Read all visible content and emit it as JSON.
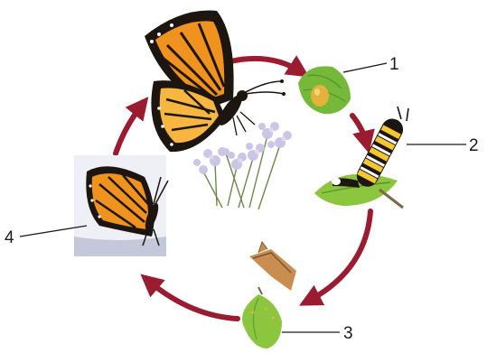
{
  "figure": {
    "labels": [
      "1",
      "2",
      "3",
      "4"
    ],
    "colors": {
      "arrow": "#9b1b30",
      "wing_orange": "#f0921e",
      "wing_light": "#f6b640",
      "wing_black": "#1c1510",
      "leaf": "#76b83a",
      "egg": "#e2b23a",
      "caterpillar_stripe_yellow": "#f2c733",
      "chrysalis": "#8cc63f",
      "flowers": "#c9c4e4",
      "text": "#1a1a1a"
    }
  }
}
